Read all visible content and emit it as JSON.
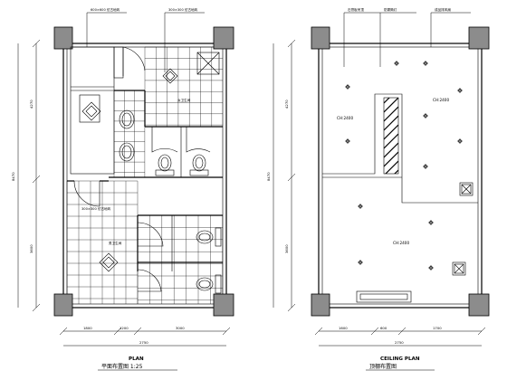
{
  "plan": {
    "title": "PLAN",
    "subtitle": "平面布置图 1:25",
    "callouts": [
      "600×600 仿古地砖",
      "300×300 仿古地砖",
      "300×300 仿古地砖"
    ],
    "room_labels": [
      "女卫生间",
      "男卫生间"
    ],
    "dimensions_bottom": [
      "1800",
      "1200",
      "3000"
    ],
    "overall_width": "2750",
    "left_dimensions": [
      "4270",
      "8470",
      "3600"
    ]
  },
  "ceiling": {
    "title": "CEILING PLAN",
    "subtitle": "顶棚布置图",
    "callouts": [
      "石膏板吊顶",
      "防雾筒灯",
      "成品排风扇"
    ],
    "heights": [
      "CH:2400",
      "CH:2400",
      "CH:2400"
    ],
    "dimensions_bottom": [
      "1600",
      "600",
      "1700"
    ],
    "overall_width": "2750",
    "left_dimensions": [
      "4270",
      "8470",
      "3600"
    ]
  },
  "colors": {
    "line": "#000000",
    "column": "#8c8c8c",
    "background": "#ffffff"
  }
}
